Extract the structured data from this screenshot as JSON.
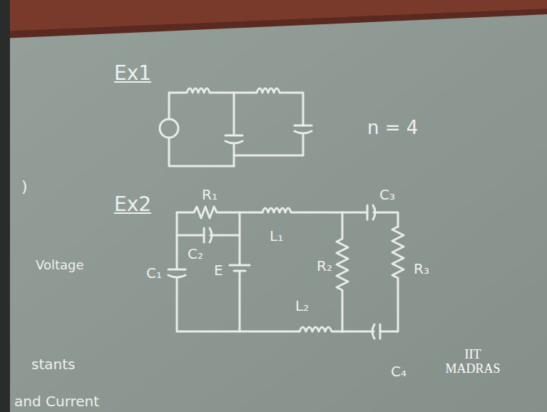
{
  "diagram": {
    "labels": [
      "Ex1",
      "n = 4",
      "Ex2",
      "R₁",
      "L₁",
      "C₃",
      "C₂",
      "C₁",
      "E",
      "R₂",
      "R₃",
      "L₂",
      "C₄",
      ")",
      "Voltage",
      "stants",
      "and Current",
      "IIT MADRAS"
    ]
  }
}
